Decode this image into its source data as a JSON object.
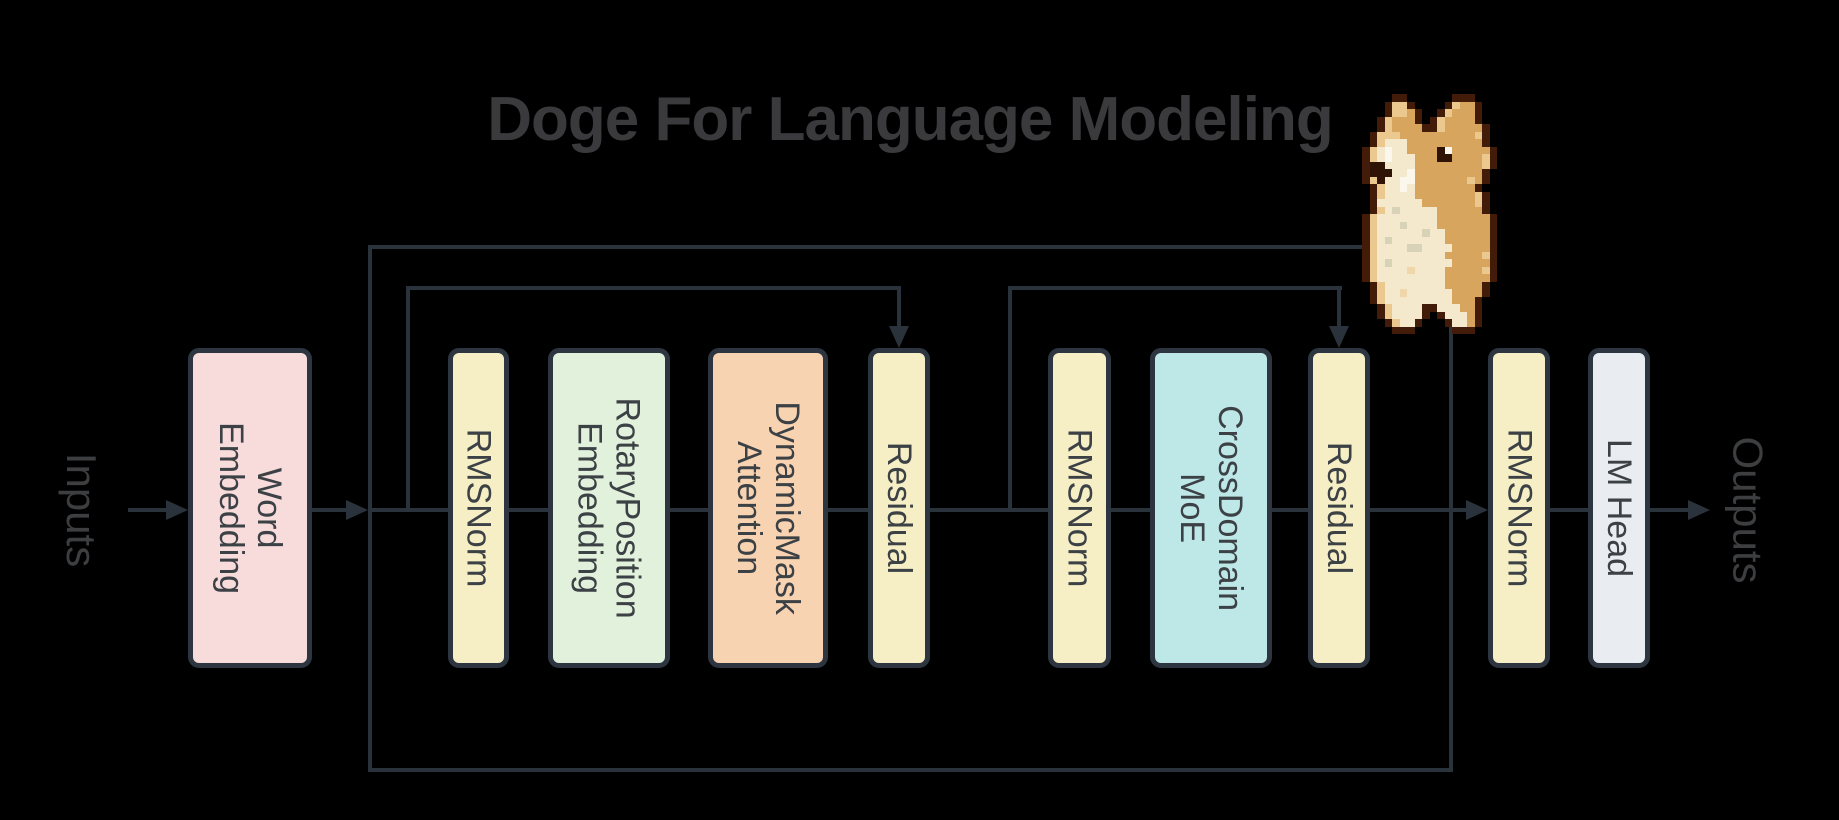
{
  "title": "Doge For Language Modeling",
  "io": {
    "input_label": "Inputs",
    "output_label": "Outputs"
  },
  "nodes": [
    {
      "id": "word-embedding",
      "label": "Word\nEmbedding",
      "fill": "#f8dbdb"
    },
    {
      "id": "rmsnorm-1",
      "label": "RMSNorm",
      "fill": "#f6eec5"
    },
    {
      "id": "rotary-position-embedding",
      "label": "RotaryPosition\nEmbedding",
      "fill": "#e2f1dc"
    },
    {
      "id": "dynamicmask-attention",
      "label": "DynamicMask\nAttention",
      "fill": "#f8d3b1"
    },
    {
      "id": "residual-1",
      "label": "Residual",
      "fill": "#f6eec5"
    },
    {
      "id": "rmsnorm-2",
      "label": "RMSNorm",
      "fill": "#f6eec5"
    },
    {
      "id": "crossdomain-moe",
      "label": "CrossDomain\nMoE",
      "fill": "#bee7e8"
    },
    {
      "id": "residual-2",
      "label": "Residual",
      "fill": "#f6eec5"
    },
    {
      "id": "rmsnorm-3",
      "label": "RMSNorm",
      "fill": "#f6eec5"
    },
    {
      "id": "lm-head",
      "label": "LM Head",
      "fill": "#e9edf2"
    }
  ],
  "edges": [
    {
      "from": "Inputs",
      "to": "Word Embedding"
    },
    {
      "from": "Word Embedding",
      "to": "RMSNorm"
    },
    {
      "from": "RMSNorm",
      "to": "RotaryPosition Embedding"
    },
    {
      "from": "RotaryPosition Embedding",
      "to": "DynamicMask Attention"
    },
    {
      "from": "DynamicMask Attention",
      "to": "Residual"
    },
    {
      "from": "skip before RMSNorm",
      "to": "Residual (attention block)"
    },
    {
      "from": "Residual",
      "to": "RMSNorm"
    },
    {
      "from": "RMSNorm",
      "to": "CrossDomain MoE"
    },
    {
      "from": "CrossDomain MoE",
      "to": "Residual"
    },
    {
      "from": "skip before RMSNorm",
      "to": "Residual (MoE block)"
    },
    {
      "from": "Residual",
      "to": "RMSNorm"
    },
    {
      "from": "RMSNorm",
      "to": "LM Head"
    },
    {
      "from": "LM Head",
      "to": "Outputs"
    }
  ],
  "colors": {
    "background": "#000000",
    "line": "#2a323b",
    "node_border": "#2d3640",
    "node_text": "#3c4145",
    "title_text": "#3a3a3c",
    "io_text": "#3d3e40"
  },
  "doge": {
    "name": "doge-pixel-art",
    "palette": {
      "o": "#431b09",
      "t": "#eac88e",
      "d": "#d8a55f",
      "c": "#f4e8cd",
      "w": "#fcf7ec",
      "b": "#2f1405",
      "g": "#d8d3b8",
      "p": "#f0d7ab"
    },
    "pixels": [
      "....oo......ooo...",
      "...otto....otddo..",
      "...ottdo..otdddo..",
      "..otdddo.otddddo..",
      "..otddddootdddddo.",
      ".otttddddddddddto.",
      ".otcccddddddddddo.",
      "otcwccddddbwdddddo",
      "otcwcccdddbbddddto",
      "obbccccdddddddddto",
      "obbbccwdddddddddo.",
      "otbccwwdddddddtdo.",
      ".otccwcddddddddo..",
      ".otccccddddddddto.",
      ".occccccdddddddto.",
      ".otcgcccccddddddo.",
      "otccccccccdddddddo",
      "otcccgccccdddddddo",
      "otccccccgccddddddo",
      "otcgcccccccddddddo",
      "otccccggccccdddddo",
      "otcccccccccdddddto",
      "otcgccccccccdddddo",
      "otccccpccccdddddto",
      "otcccccccccddddddo",
      ".otccccccccdddddo.",
      ".otccpccccccddddo.",
      ".otcccccccccdddo..",
      "..otccccoocccddo..",
      "..otcccco.occcdo..",
      "...otcco...occdo..",
      "....ooo.....ooo..."
    ]
  }
}
